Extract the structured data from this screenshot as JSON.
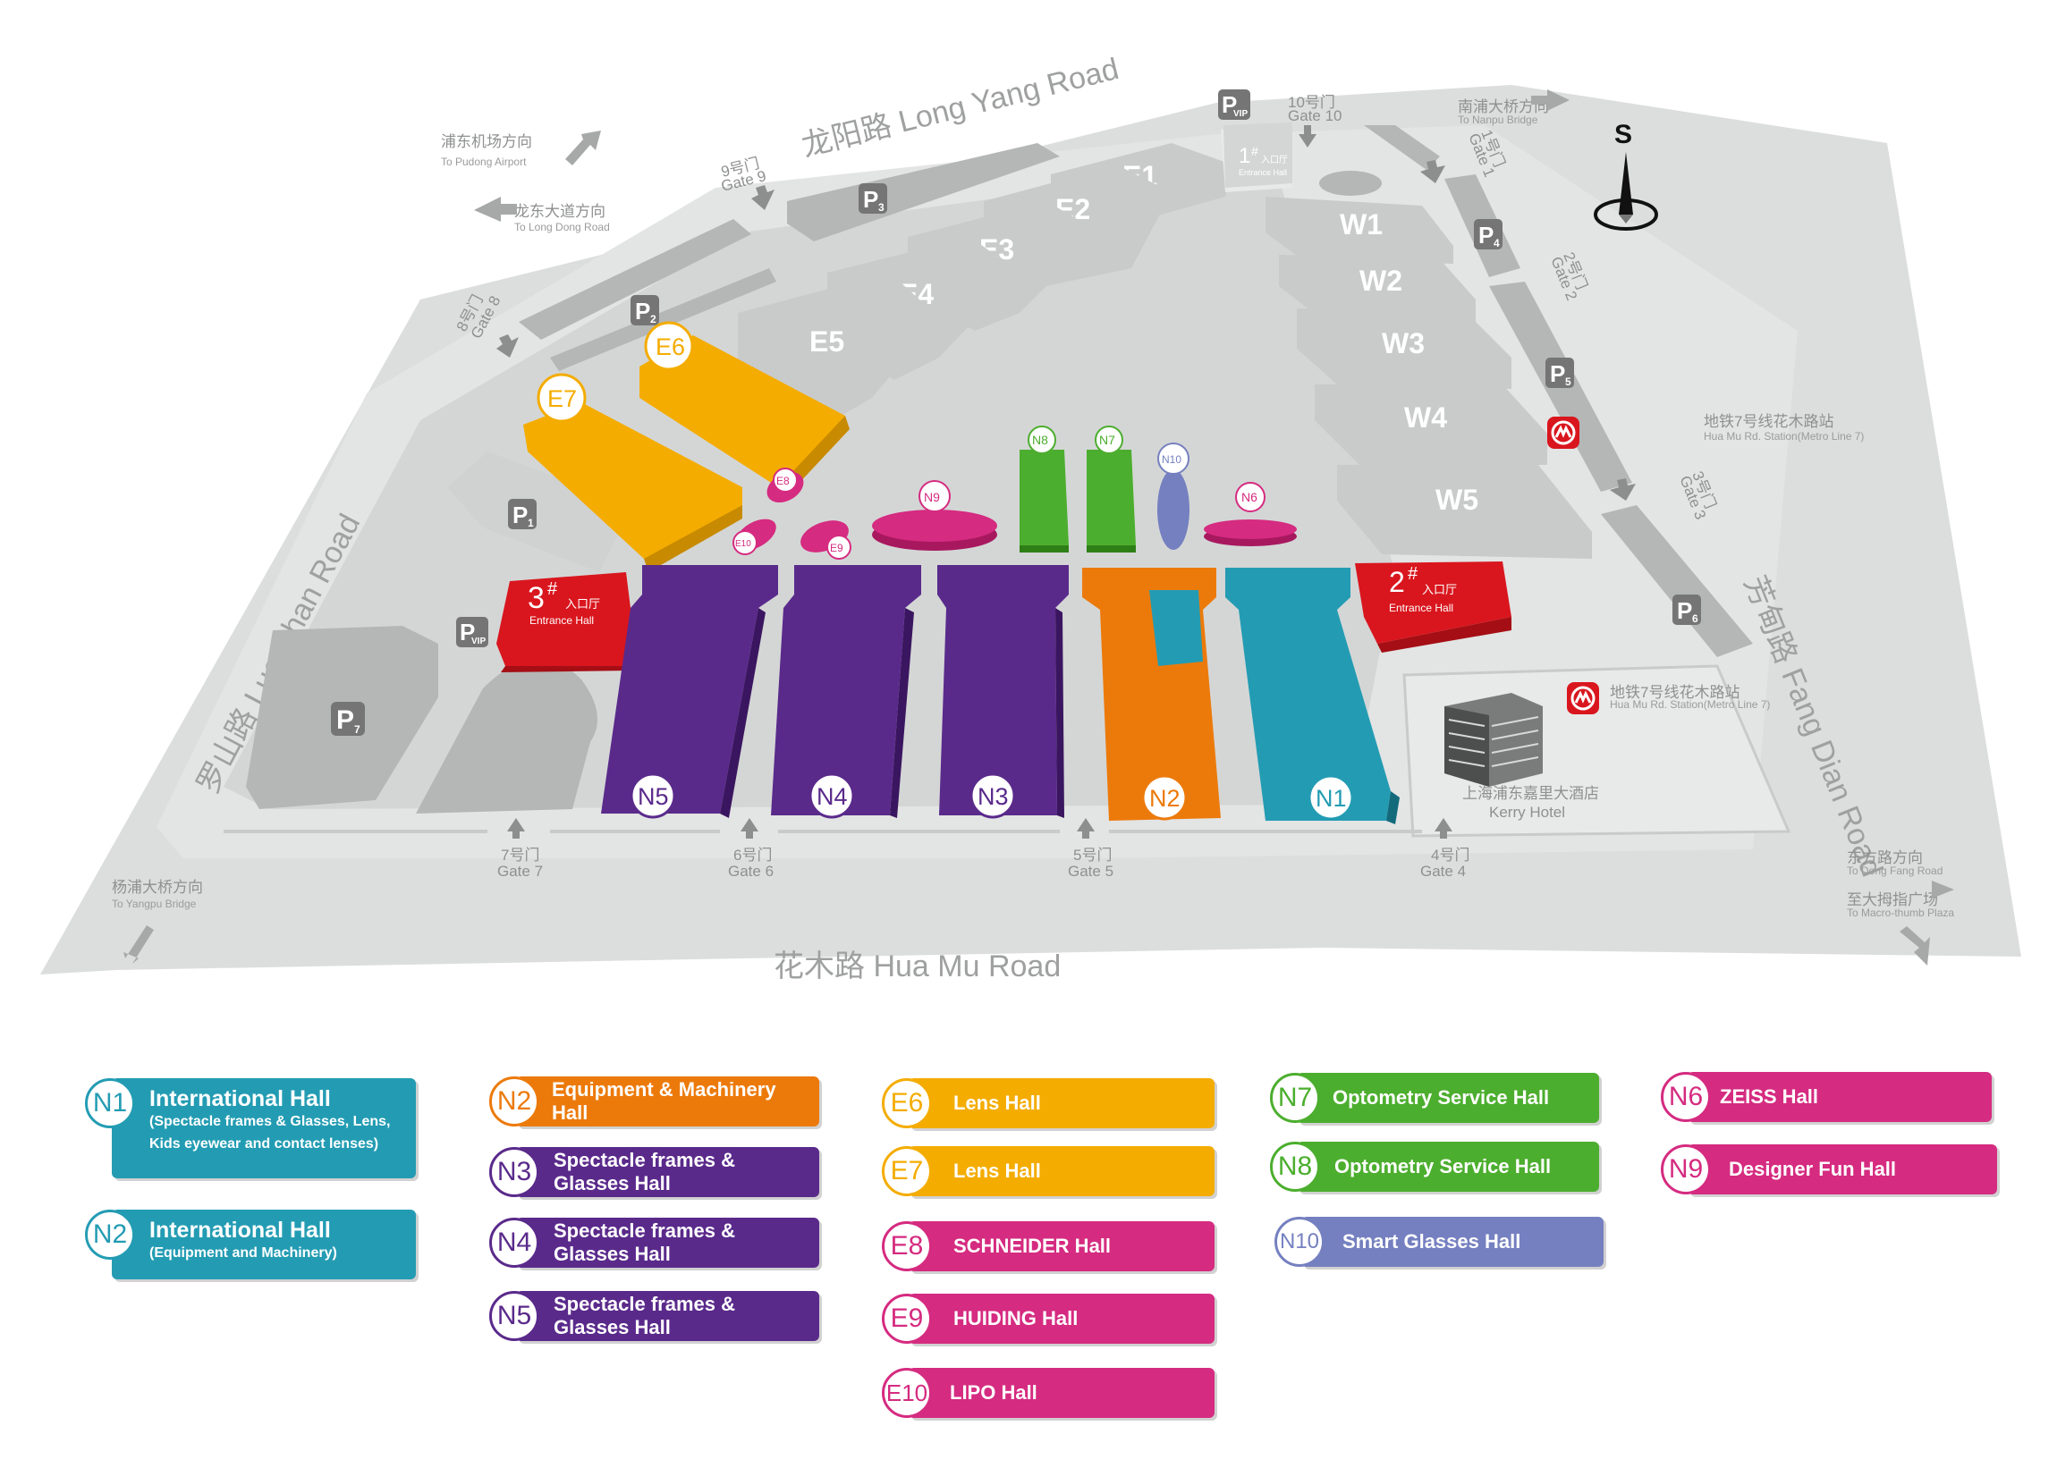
{
  "colors": {
    "teal": "#239cb3",
    "orange": "#ec7a0b",
    "purple": "#5a2a8b",
    "yellow": "#f4ac00",
    "green": "#4cae2e",
    "magenta": "#d52b80",
    "slate": "#7580c0",
    "red": "#d9161e",
    "gray": "#b5b6b6",
    "ground": "#e5e6e6",
    "road": "#dcdddd"
  },
  "map": {
    "compass": "S",
    "roads": {
      "long_yang": "龙阳路 Long Yang Road",
      "luo_shan": "罗山路 Luo Shan Road",
      "hua_mu": "花木路 Hua Mu Road",
      "fang_dian": "芳甸路 Fang Dian Road"
    },
    "directions": {
      "pudong_cn": "浦东机场方向",
      "pudong_en": "To Pudong Airport",
      "longdong_cn": "龙东大道方向",
      "longdong_en": "To Long Dong Road",
      "nanpu_cn": "南浦大桥方向",
      "nanpu_en": "To Nanpu Bridge",
      "yangpu_cn": "杨浦大桥方向",
      "yangpu_en": "To Yangpu Bridge",
      "dongfang_cn": "东方路方向",
      "dongfang_en": "To Dong Fang Road",
      "thumb_cn": "至大拇指广场",
      "thumb_en": "To Macro-thumb Plaza"
    },
    "gates": {
      "g10_cn": "10号门",
      "g10_en": "Gate 10",
      "g9_cn": "9号门",
      "g9_en": "Gate 9",
      "g8_cn": "8号门",
      "g8_en": "Gate 8",
      "g1_cn": "1号门",
      "g1_en": "Gate 1",
      "g2_cn": "2号门",
      "g2_en": "Gate 2",
      "g3_cn": "3号门",
      "g3_en": "Gate 3",
      "g7_cn": "7号门",
      "g7_en": "Gate 7",
      "g6_cn": "6号门",
      "g6_en": "Gate 6",
      "g5_cn": "5号门",
      "g5_en": "Gate 5",
      "g4_cn": "4号门",
      "g4_en": "Gate 4"
    },
    "parking": {
      "letter": "P",
      "p1": "1",
      "p2": "2",
      "p3": "3",
      "p4": "4",
      "p5": "5",
      "p6": "6",
      "p7": "7",
      "vip": "VIP"
    },
    "entrances": {
      "e1_num": "1",
      "e2_num": "2",
      "e3_num": "3",
      "hash": "#",
      "cn": "入口厅",
      "en": "Entrance Hall"
    },
    "metro": {
      "top_cn": "地铁7号线花木路站",
      "top_en": "Hua Mu Rd. Station(Metro Line 7)",
      "bottom_cn": "地铁7号线花木路站",
      "bottom_en": "Hua Mu Rd. Station(Metro Line 7)"
    },
    "hotel": {
      "cn": "上海浦东嘉里大酒店",
      "en": "Kerry Hotel"
    },
    "halls": {
      "E1": "E1",
      "E2": "E2",
      "E3": "E3",
      "E4": "E4",
      "E5": "E5",
      "E6": "E6",
      "E7": "E7",
      "E8": "E8",
      "E9": "E9",
      "E10": "E10",
      "W1": "W1",
      "W2": "W2",
      "W3": "W3",
      "W4": "W4",
      "W5": "W5",
      "N1": "N1",
      "N2": "N2",
      "N3": "N3",
      "N4": "N4",
      "N5": "N5",
      "N6": "N6",
      "N7": "N7",
      "N8": "N8",
      "N9": "N9",
      "N10": "N10"
    }
  },
  "legend": [
    {
      "id": "N1",
      "color": "teal",
      "title": "International Hall",
      "sub1": "(Spectacle frames & Glasses, Lens,",
      "sub2": "Kids eyewear and contact lenses)"
    },
    {
      "id": "N2b",
      "badge": "N2",
      "color": "teal",
      "title": "International Hall",
      "sub1": "(Equipment and Machinery)"
    },
    {
      "id": "N2",
      "color": "orange",
      "title": "Equipment & Machinery",
      "title2": "Hall"
    },
    {
      "id": "N3",
      "color": "purple",
      "title": "Spectacle frames &",
      "title2": "Glasses Hall"
    },
    {
      "id": "N4",
      "color": "purple",
      "title": "Spectacle frames &",
      "title2": "Glasses Hall"
    },
    {
      "id": "N5",
      "color": "purple",
      "title": "Spectacle frames &",
      "title2": "Glasses Hall"
    },
    {
      "id": "E6",
      "color": "yellow",
      "title": "Lens Hall"
    },
    {
      "id": "E7",
      "color": "yellow",
      "title": "Lens Hall"
    },
    {
      "id": "E8",
      "color": "magenta",
      "title": "SCHNEIDER Hall"
    },
    {
      "id": "E9",
      "color": "magenta",
      "title": "HUIDING Hall"
    },
    {
      "id": "E10",
      "color": "magenta",
      "title": "LIPO Hall"
    },
    {
      "id": "N7",
      "color": "green",
      "title": "Optometry Service Hall"
    },
    {
      "id": "N8",
      "color": "green",
      "title": "Optometry Service Hall"
    },
    {
      "id": "N10",
      "color": "slate",
      "title": "Smart Glasses Hall"
    },
    {
      "id": "N6",
      "color": "magenta",
      "title": "ZEISS Hall"
    },
    {
      "id": "N9",
      "color": "magenta",
      "title": "Designer Fun Hall"
    }
  ]
}
